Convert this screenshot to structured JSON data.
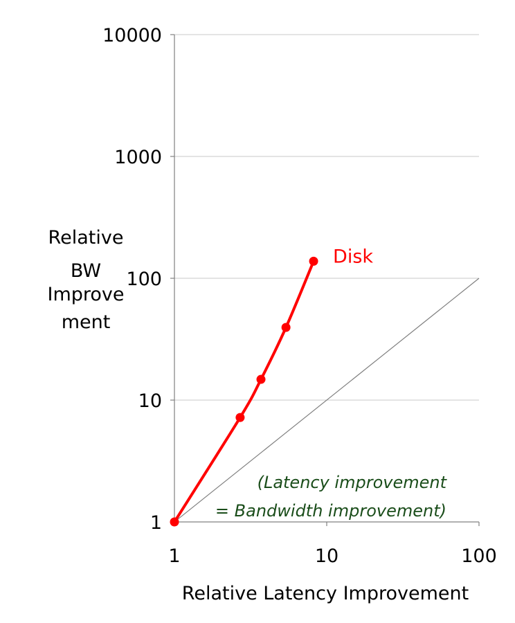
{
  "chart_data": {
    "type": "line",
    "x_scale": "log",
    "y_scale": "log",
    "xlabel": "Relative Latency Improvement",
    "ylabel_lines": [
      "Relative",
      "BW",
      "Improve",
      "ment"
    ],
    "xlim": [
      1,
      100
    ],
    "ylim": [
      1,
      10000
    ],
    "x_ticks": [
      1,
      10,
      100
    ],
    "x_tick_labels": [
      "1",
      "10",
      "100"
    ],
    "y_ticks": [
      1,
      10,
      100,
      1000,
      10000
    ],
    "y_tick_labels": [
      "1",
      "10",
      "100",
      "1000",
      "10000"
    ],
    "grid": "horizontal",
    "series": [
      {
        "name": "Disk",
        "color": "#ff0000",
        "x": [
          1,
          2.7,
          3.7,
          5.4,
          8.2
        ],
        "y": [
          1,
          7.2,
          14.8,
          39.5,
          138
        ]
      }
    ],
    "reference_line": {
      "x": [
        1,
        100
      ],
      "y": [
        1,
        100
      ],
      "color": "#808080"
    },
    "annotation": {
      "lines": [
        "(Latency improvement",
        "= Bandwidth improvement)"
      ],
      "color": "#1a4d1a"
    }
  }
}
